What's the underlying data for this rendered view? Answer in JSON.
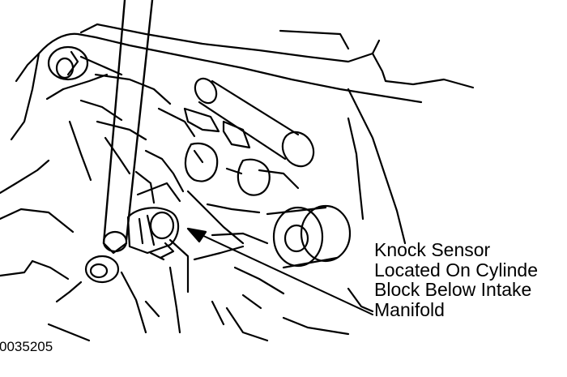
{
  "callout": {
    "lines": [
      "Knock Sensor",
      "Located On Cylinde",
      "Block Below Intake",
      "Manifold"
    ]
  },
  "figure_id": "0035205",
  "colors": {
    "ink": "#000000",
    "paper": "#ffffff"
  }
}
